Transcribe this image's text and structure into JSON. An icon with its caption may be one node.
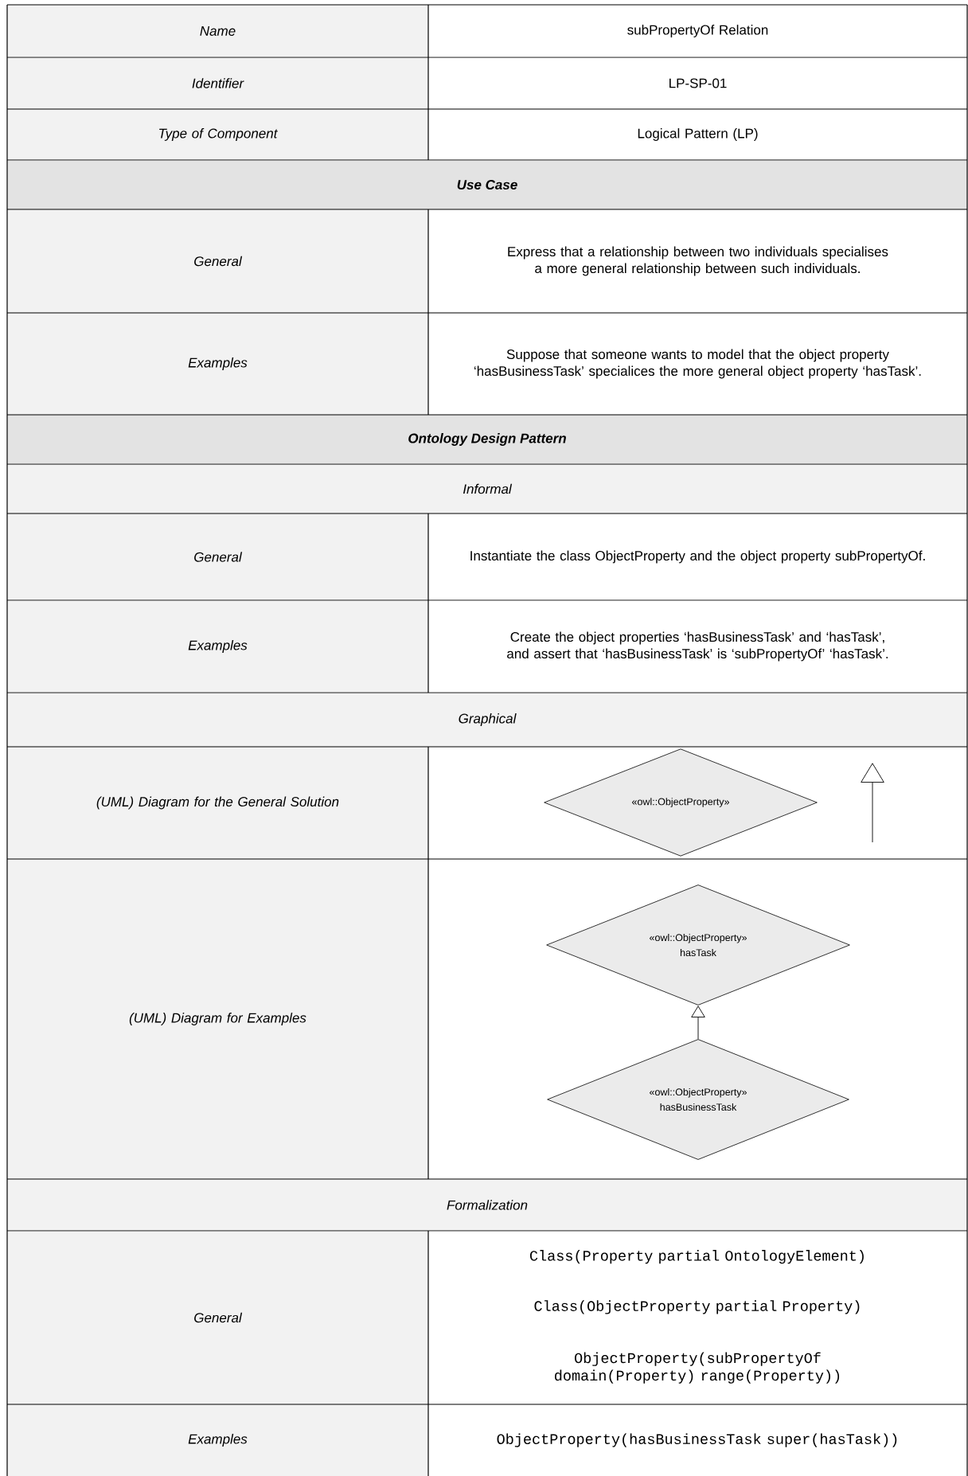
{
  "diagram": {
    "nodes": [
      {
        "text": [
          "«owl::ObjectProperty»"
        ]
      },
      {
        "text": [
          "«owl::ObjectProperty»",
          "hasTask"
        ]
      },
      {
        "text": [
          "«owl::ObjectProperty»",
          "hasBusinessTask"
        ]
      }
    ],
    "edges": [
      {
        "from": 2,
        "to": 1,
        "arrow": "to"
      }
    ],
    "labels": [
      "Name",
      "subPropertyOf Relation",
      "Identifier",
      "LP-SP-01",
      "Type of Component",
      "Logical Pattern (LP)",
      "Use Case",
      "General",
      "Express that a relationship between two individuals specialises a more general relationship between such individuals.",
      "Examples",
      "Suppose that someone wants to model that the object property ‘hasBusinessTask’ specialices the more general object property ‘hasTask’.",
      "Ontology Design Pattern",
      "Informal",
      "General",
      "Instantiate the class ObjectProperty and the object property subPropertyOf.",
      "Examples",
      "Create the object properties ‘hasBusinessTask’ and ‘hasTask’, and assert that ‘hasBusinessTask’ is ‘subPropertyOf’ ‘hasTask’.",
      "Graphical",
      "(UML) Diagram for the General Solution",
      "(UML) Diagram for Examples",
      "Formalization",
      "General",
      "Class(Property partial OntologyElement)",
      "Class(ObjectProperty partial Property)",
      "ObjectProperty(subPropertyOf domain(Property) range(Property))",
      "Examples",
      "ObjectProperty(hasBusinessTask super(hasTask))"
    ]
  }
}
